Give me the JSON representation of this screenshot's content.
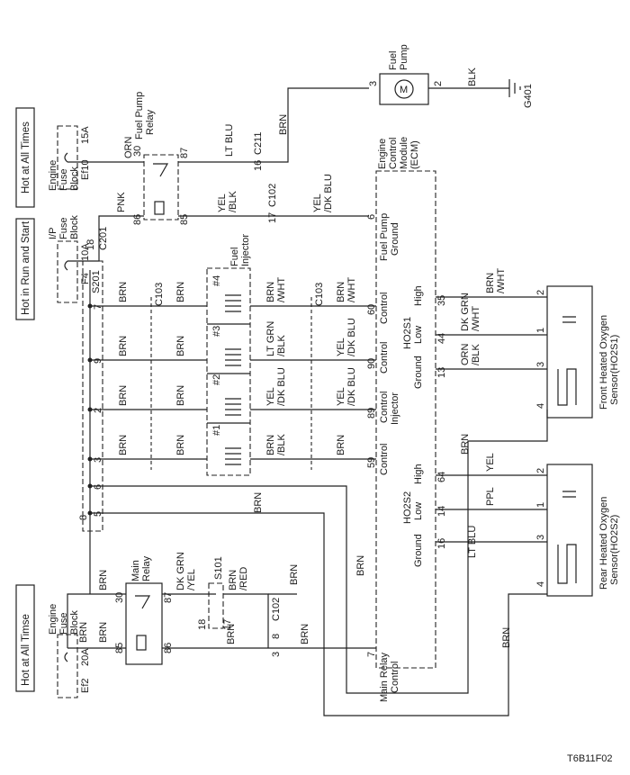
{
  "power": {
    "hot_top": "Hot at All Times",
    "hot_run_start": "Hot in Run and Start",
    "hot_bottom": "Hot at All Timse"
  },
  "fuses": {
    "ef10": {
      "block1": "Engine",
      "block2": "Fuse",
      "block3": "Block",
      "id": "Ef10",
      "rating": "15A"
    },
    "f4": {
      "block1": "I/P",
      "block2": "Fuse",
      "block3": "Block",
      "id": "F4",
      "rating": "10A"
    },
    "ef2": {
      "block1": "Engine",
      "block2": "Fuse",
      "block3": "Block",
      "id": "Ef2",
      "rating": "20A"
    }
  },
  "relays": {
    "fuel_pump": {
      "l1": "Fuel Pump",
      "l2": "Relay"
    },
    "main": {
      "l1": "Main",
      "l2": "Relay"
    }
  },
  "pins": {
    "relay_top": {
      "p30": "30",
      "p87": "87",
      "p86": "86",
      "p85": "85"
    },
    "relay_main": {
      "p30": "30",
      "p87": "87",
      "p86": "86",
      "p85": "85"
    }
  },
  "pump": {
    "l1": "Fuel",
    "l2": "Pump",
    "motor": "M",
    "pin_in": "3",
    "pin_out": "2",
    "ground": "G401"
  },
  "connectors": {
    "c211": "C211",
    "c211_pin": "16",
    "c201": "C201",
    "c201_pin": "18",
    "c102": "C102",
    "c102_pin": "17",
    "c102_main_pin": "8",
    "c102_ctrl_pin": "3",
    "c103": "C103"
  },
  "splices": {
    "s201": "S201",
    "pins": [
      "7",
      "9",
      "2",
      "3",
      "6",
      "5",
      "8"
    ],
    "s101": "S101",
    "s101_pins": [
      "18",
      "17"
    ]
  },
  "wires": {
    "orn": "ORN",
    "lt_blu": "LT BLU",
    "brn": "BRN",
    "blk": "BLK",
    "pnk": "PNK",
    "yel_blk_1": "YEL",
    "yel_blk_2": "/BLK",
    "yel_dkblu_1": "YEL",
    "yel_dkblu_2": "/DK BLU",
    "dkgrn_yel_1": "DK GRN",
    "dkgrn_yel_2": "/YEL",
    "brn_red_1": "BRN",
    "brn_red_2": "/RED"
  },
  "ecm": {
    "l1": "Engine",
    "l2": "Control",
    "l3": "Module",
    "l4": "(ECM)",
    "pin_fpg": "6",
    "fuel_pump": "Fuel Pump",
    "ground": "Ground",
    "control": "Control",
    "injector": "Injector",
    "high": "High",
    "low": "Low",
    "pin_main_relay": "7",
    "main_relay": "Main Relay"
  },
  "injectors": {
    "l1": "Fuel",
    "l2": "Injector",
    "ids": [
      "#1",
      "#2",
      "#3",
      "#4"
    ],
    "ctrl_wires": [
      {
        "a": "BRN",
        "b": "/BLK"
      },
      {
        "a": "YEL",
        "b": "/DK BLU"
      },
      {
        "a": "LT GRN",
        "b": "/BLK"
      },
      {
        "a": "BRN",
        "b": "/WHT"
      }
    ],
    "ecm_wires": [
      {
        "a": "BRN"
      },
      {
        "a": "YEL",
        "b": "/DK BLU"
      },
      {
        "a": "YEL",
        "b": "/DK BLU"
      },
      {
        "a": "BRN",
        "b": "/WHT"
      }
    ],
    "ecm_pins": [
      "59",
      "89",
      "90",
      "60"
    ]
  },
  "sensors": {
    "front": {
      "name1": "Front Heated Oxygen",
      "name2": "Sensor(HO2S1)",
      "ecm_label": "HO2S1",
      "pins_ecm": [
        "35",
        "44",
        "13"
      ],
      "pins": [
        "2",
        "1",
        "3",
        "4"
      ],
      "wires": [
        {
          "a": "BRN",
          "b": "/WHT"
        },
        {
          "a": "DK GRN",
          "b": "/WHT"
        },
        {
          "a": "ORN",
          "b": "/BLK"
        }
      ]
    },
    "rear": {
      "name1": "Rear Heated Oxygen",
      "name2": "Sensor(HO2S2)",
      "ecm_label": "HO2S2",
      "pins_ecm": [
        "64",
        "14",
        "16"
      ],
      "pins": [
        "2",
        "1",
        "3",
        "4"
      ],
      "wires": [
        "YEL",
        "PPL",
        "LT BLU"
      ]
    }
  },
  "footer": {
    "code": "T6B11F02"
  }
}
